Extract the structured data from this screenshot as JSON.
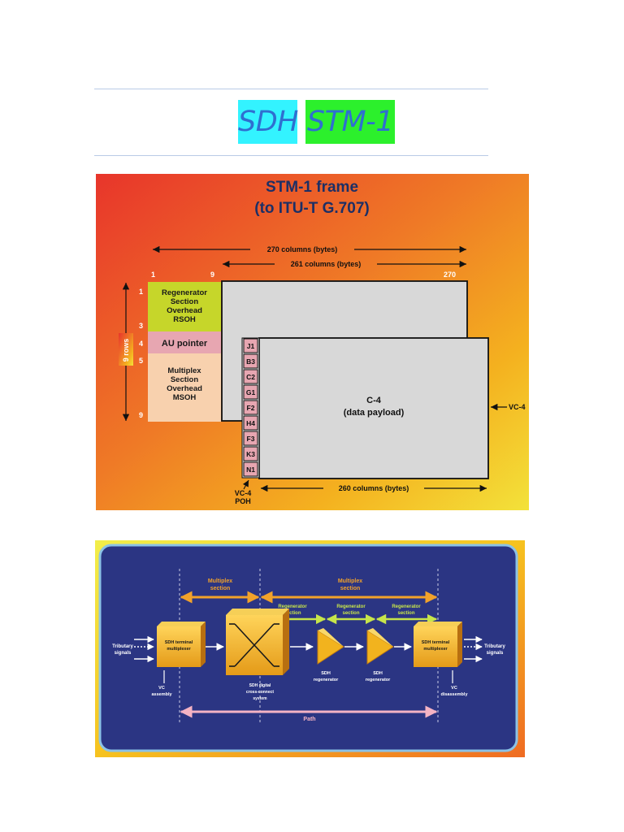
{
  "heading": {
    "part1": "SDH",
    "part2": "STM-1"
  },
  "colors": {
    "heading_text": "#2f6fd0",
    "heading_bg1": "#33f3ff",
    "heading_bg2": "#2cf02c"
  },
  "frame": {
    "title1": "STM-1 frame",
    "title2": "(to ITU-T G.707)",
    "total_columns": "270 columns (bytes)",
    "payload_columns": "261 columns (bytes)",
    "col_1": "1",
    "col_9": "9",
    "col_270": "270",
    "row_1": "1",
    "row_3": "3",
    "row_4": "4",
    "row_5": "5",
    "row_9": "9",
    "rows_label": "9 rows",
    "rsoh": [
      "Regenerator",
      "Section",
      "Overhead",
      "RSOH"
    ],
    "au_pointer": "AU pointer",
    "msoh": [
      "Multiplex",
      "Section",
      "Overhead",
      "MSOH"
    ],
    "poh_bytes": [
      "J1",
      "B3",
      "C2",
      "G1",
      "F2",
      "H4",
      "F3",
      "K3",
      "N1"
    ],
    "c4": "C-4",
    "payload": "(data payload)",
    "vc4": "VC-4",
    "vc4_poh1": "VC-4",
    "vc4_poh2": "POH",
    "c4_columns": "260 columns (bytes)"
  },
  "network": {
    "multiplex_section_left": [
      "Multiplex",
      "section"
    ],
    "multiplex_section_right": [
      "Multiplex",
      "section"
    ],
    "regenerator_sections": [
      [
        "Regenerator",
        "section"
      ],
      [
        "Regenerator",
        "section"
      ],
      [
        "Regenerator",
        "section"
      ]
    ],
    "tributary_left": [
      "Tributary",
      "signals"
    ],
    "tributary_right": [
      "Tributary",
      "signals"
    ],
    "mux_left": [
      "SDH terminal",
      "multiplexer"
    ],
    "mux_right": [
      "SDH terminal",
      "multiplexer"
    ],
    "vc_assembly": [
      "VC",
      "assembly"
    ],
    "vc_disassembly": [
      "VC",
      "disassembly"
    ],
    "dxc": [
      "SDH digital",
      "cross-connect",
      "system"
    ],
    "regen1": [
      "SDH",
      "regenerator"
    ],
    "regen2": [
      "SDH",
      "regenerator"
    ],
    "path": "Path"
  }
}
